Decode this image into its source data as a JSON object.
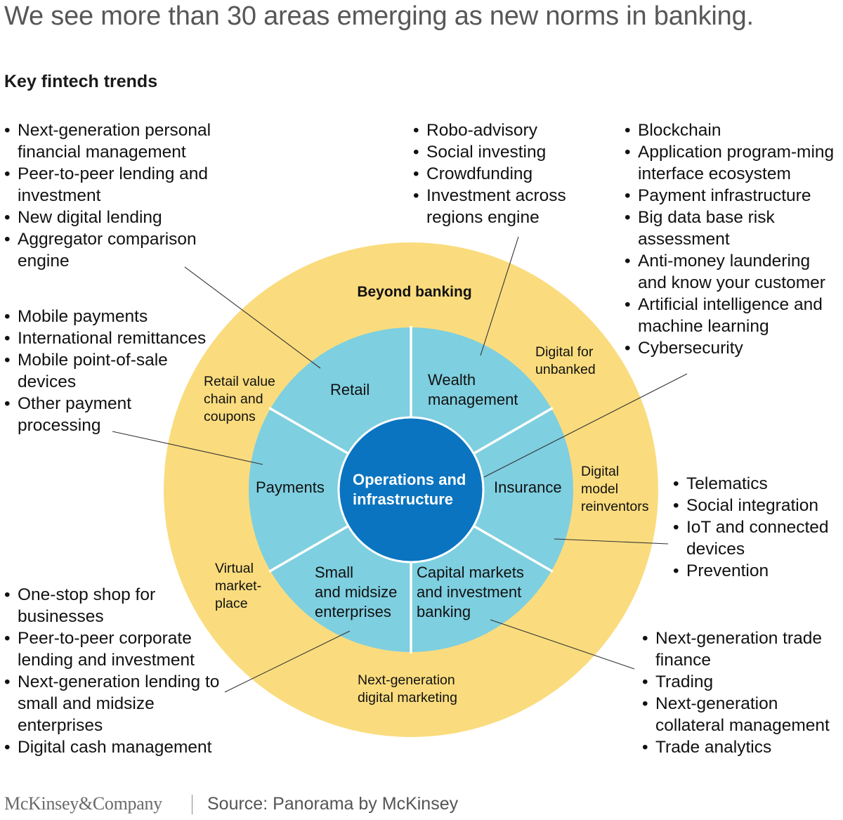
{
  "title": "We see more than 30 areas emerging as new norms in banking.",
  "subtitle": "Key fintech trends",
  "diagram": {
    "center_lines": [
      "Operations and",
      "infrastructure"
    ],
    "segments": {
      "retail": [
        "Retail"
      ],
      "wealth": [
        "Wealth",
        "management"
      ],
      "insurance": [
        "Insurance"
      ],
      "capital": [
        "Capital markets",
        "and investment",
        "banking"
      ],
      "sme": [
        "Small",
        "and midsize",
        "enterprises"
      ],
      "payments": [
        "Payments"
      ]
    },
    "outer_ring": {
      "beyond": [
        "Beyond banking"
      ],
      "unbanked": [
        "Digital for",
        "unbanked"
      ],
      "reinventors": [
        "Digital",
        "model",
        "reinventors"
      ],
      "marketing": [
        "Next-generation",
        "digital marketing"
      ],
      "marketplace": [
        "Virtual",
        "market-",
        "place"
      ],
      "retail_value": [
        "Retail value",
        "chain and",
        "coupons"
      ]
    },
    "colors": {
      "outer_ring": "#fadc7e",
      "segment": "#7ecfe0",
      "center": "#0a74c0",
      "center_text": "#ffffff",
      "divider": "#ffffff",
      "leader": "#333333"
    }
  },
  "lists": {
    "retail": [
      "Next-generation personal financial management",
      "Peer-to-peer lending and investment",
      "New digital lending",
      "Aggregator comparison engine"
    ],
    "payments": [
      "Mobile payments",
      "International remittances",
      "Mobile point-of-sale devices",
      "Other payment processing"
    ],
    "sme": [
      "One-stop shop for businesses",
      "Peer-to-peer corporate lending and investment",
      "Next-generation lending to small and midsize enterprises",
      "Digital cash management"
    ],
    "wealth": [
      "Robo-advisory",
      "Social investing",
      "Crowdfunding",
      "Investment across regions engine"
    ],
    "operations": [
      "Blockchain",
      "Application program-ming interface ecosystem",
      "Payment infrastructure",
      "Big data base risk assessment",
      "Anti-money laundering and know your customer",
      "Artificial intelligence and machine learning",
      "Cybersecurity"
    ],
    "insurance": [
      "Telematics",
      "Social integration",
      "IoT and connected devices",
      "Prevention"
    ],
    "capital": [
      "Next-generation trade finance",
      "Trading",
      "Next-generation collateral management",
      "Trade analytics"
    ]
  },
  "footer": {
    "logo": "McKinsey&Company",
    "source": "Source: Panorama by McKinsey"
  }
}
